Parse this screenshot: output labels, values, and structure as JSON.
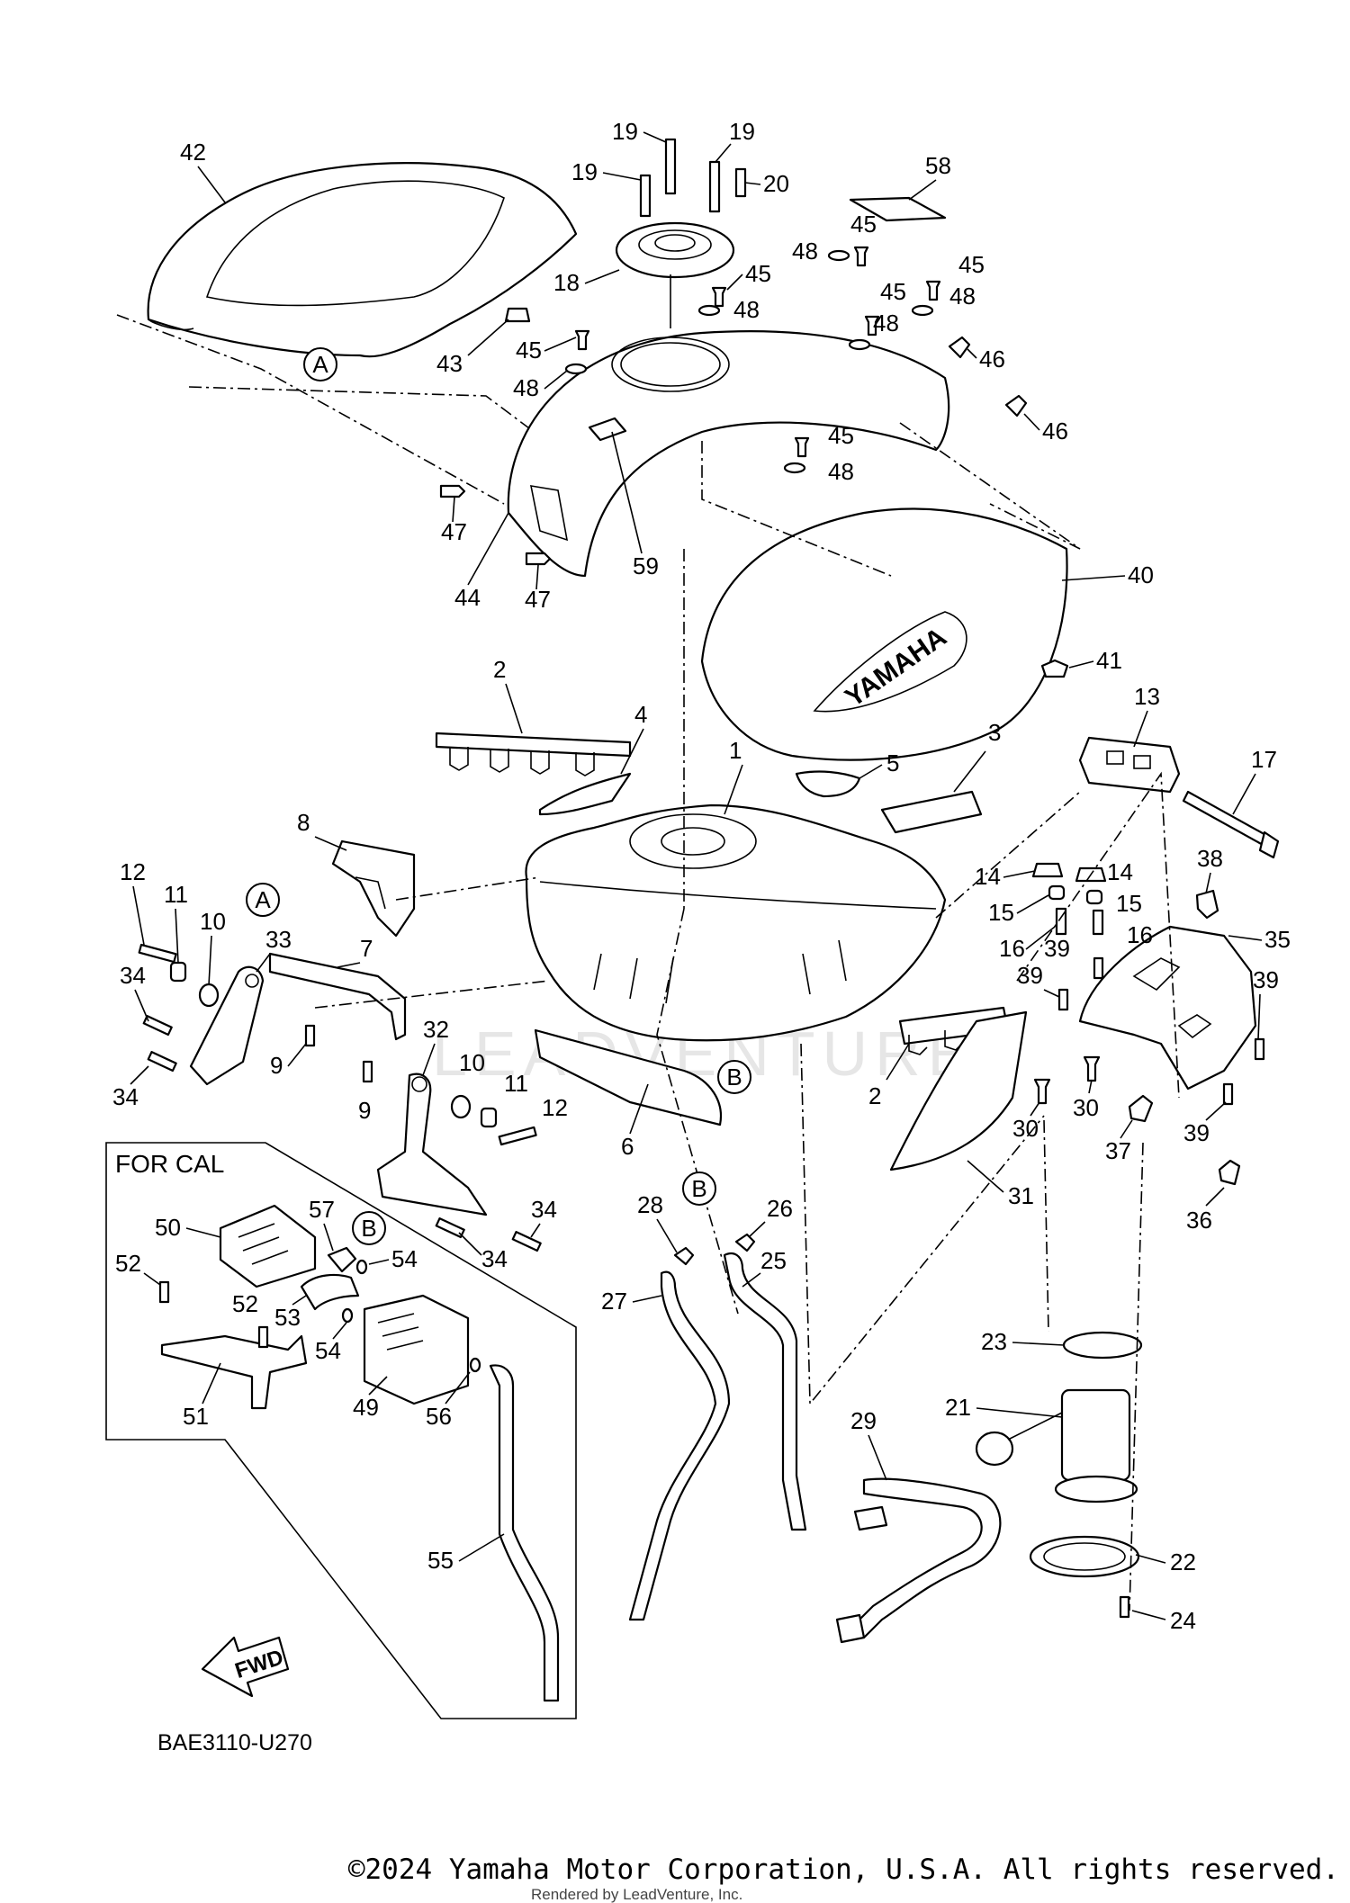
{
  "diagram": {
    "diagram_code": "BAE3110-U270",
    "california_box_label": "FOR CAL",
    "forward_arrow_label": "FWD",
    "tank_badge_text": "YAMAHA",
    "watermark_text": "LEADVENTURE",
    "reference_letters": [
      "A",
      "B"
    ],
    "part_numbers": [
      "1",
      "2",
      "3",
      "4",
      "5",
      "6",
      "7",
      "8",
      "9",
      "10",
      "11",
      "12",
      "13",
      "14",
      "15",
      "16",
      "17",
      "18",
      "19",
      "20",
      "21",
      "22",
      "23",
      "24",
      "25",
      "26",
      "27",
      "28",
      "29",
      "30",
      "31",
      "32",
      "33",
      "34",
      "35",
      "36",
      "37",
      "38",
      "39",
      "40",
      "41",
      "42",
      "43",
      "44",
      "45",
      "46",
      "47",
      "48",
      "49",
      "50",
      "51",
      "52",
      "53",
      "54",
      "55",
      "56",
      "57",
      "58",
      "59"
    ]
  },
  "footer": {
    "copyright": "©2024 Yamaha Motor Corporation, U.S.A. All rights reserved.",
    "rendered_by": "Rendered by LeadVenture, Inc."
  }
}
